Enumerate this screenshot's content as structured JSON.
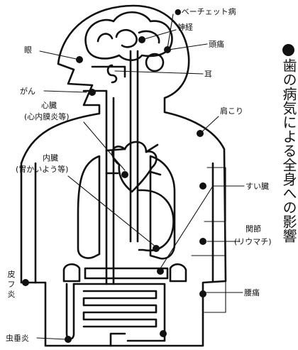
{
  "title": "歯の病気による全身への影響",
  "labels": {
    "behcet": "●ベーチェット病",
    "nerve": "神経",
    "headache": "頭痛",
    "eye": "眼",
    "ear": "耳",
    "cancer": "がん",
    "heart": "心臓",
    "heart_sub": "(心内膜炎等)",
    "shoulder": "肩こり",
    "viscera": "内臓",
    "viscera_sub": "(胃かいよう等)",
    "pancreas": "すい臓",
    "joint": "関節",
    "joint_sub": "(リウマチ)",
    "lumbago": "腰痛",
    "skin": "皮フ炎",
    "appendix": "虫垂炎"
  },
  "colors": {
    "ink": "#111111",
    "paper": "#ffffff"
  }
}
